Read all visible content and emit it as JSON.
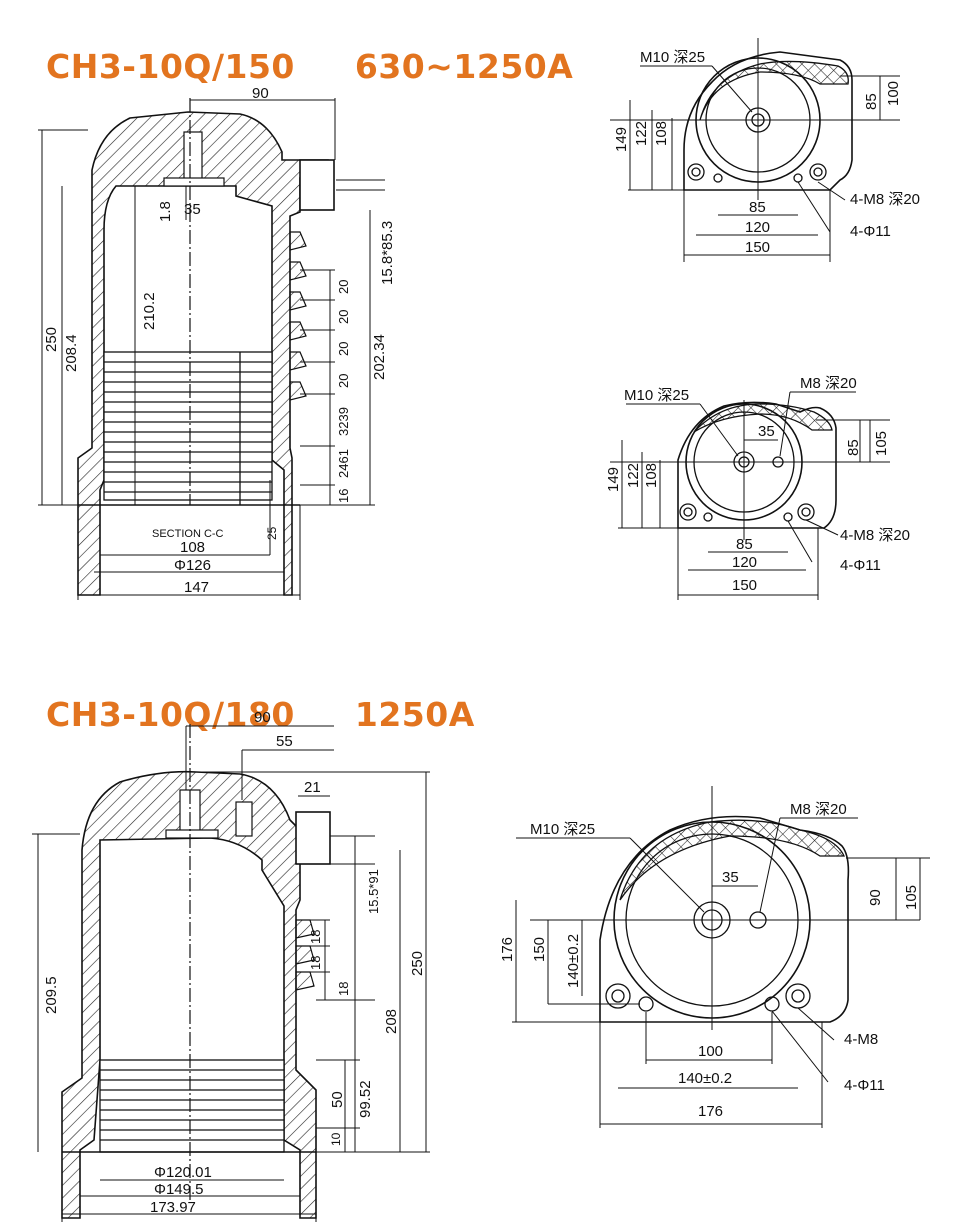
{
  "titles": {
    "model_a": {
      "model": "CH3-10Q/150",
      "current": "630~1250A"
    },
    "model_b": {
      "model": "CH3-10Q/180",
      "current": "1250A"
    }
  },
  "colors": {
    "title": "#e2741f",
    "line": "#111111"
  },
  "drawing_a": {
    "side": {
      "top_90": "90",
      "d_1_8": "1.8",
      "d_35": "35",
      "d_15_8_85_3": "15.8*85.3",
      "d_210_2": "210.2",
      "d_250": "250",
      "d_208_4": "208.4",
      "d_202_34": "202.34",
      "sheds": [
        "20",
        "20",
        "20",
        "20"
      ],
      "d_32_39": "3239",
      "d_24_61": "2461",
      "d_16": "16",
      "d_25": "25",
      "section": "SECTION C-C",
      "b_108": "108",
      "b_phi126": "Φ126",
      "b_147": "147"
    },
    "top1": {
      "m10": "M10 深25",
      "d_149": "149",
      "d_122": "122",
      "d_108": "108",
      "d_85v": "85",
      "d_100": "100",
      "d_85": "85",
      "d_120": "120",
      "d_150": "150",
      "m8": "4-M8 深20",
      "phi11": "4-Φ11"
    },
    "top2": {
      "m10": "M10 深25",
      "m8_top": "M8 深20",
      "d_35": "35",
      "d_85v": "85",
      "d_105": "105",
      "d_149": "149",
      "d_122": "122",
      "d_108": "108",
      "d_85": "85",
      "d_120": "120",
      "d_150": "150",
      "m8": "4-M8 深20",
      "phi11": "4-Φ11"
    }
  },
  "drawing_b": {
    "side": {
      "top_90": "90",
      "top_55": "55",
      "top_21": "21",
      "d_15_5_91": "15.5*91",
      "sheds": [
        "18",
        "18",
        "18"
      ],
      "d_209_5": "209.5",
      "d_250": "250",
      "d_208": "208",
      "d_99_52": "99.52",
      "d_50": "50",
      "d_10": "10",
      "b_phi120": "Φ120.01",
      "b_phi149": "Φ149.5",
      "b_173": "173.97"
    },
    "top": {
      "m10": "M10 深25",
      "m8_top": "M8 深20",
      "d_35": "35",
      "d_90": "90",
      "d_105": "105",
      "d_176v": "176",
      "d_150v": "150",
      "d_140v": "140±0.2",
      "d_100": "100",
      "d_140": "140±0.2",
      "d_176": "176",
      "m8": "4-M8",
      "phi11": "4-Φ11"
    }
  }
}
